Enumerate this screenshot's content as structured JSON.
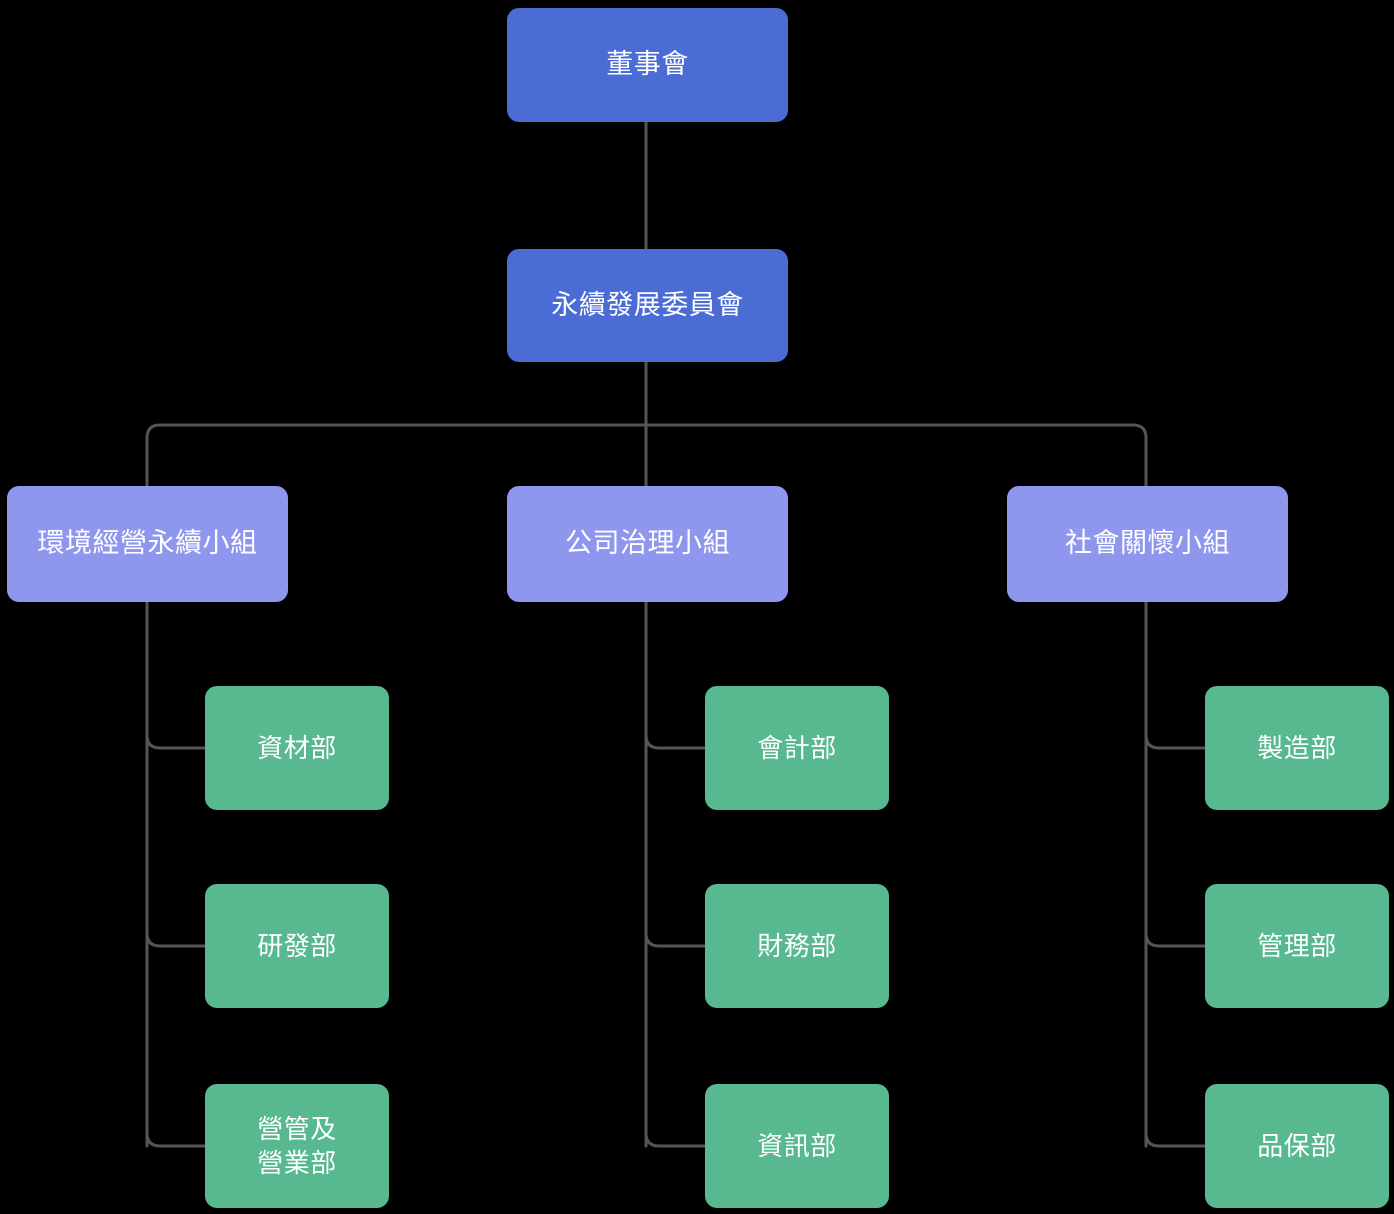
{
  "diagram": {
    "type": "organization-chart",
    "title_visible": false,
    "background_color": "#000000",
    "colors": {
      "board": "#4a6cd4",
      "committee": "#4a6cd4",
      "group": "#8f96ee",
      "department": "#58b890",
      "connector": "#555555",
      "text": "#ffffff"
    }
  },
  "nodes": {
    "board": {
      "label": "董事會",
      "level": 1
    },
    "committee": {
      "label": "永續發展委員會",
      "level": 2
    },
    "groups": [
      {
        "label": "環境經營永續小組",
        "level": 3
      },
      {
        "label": "公司治理小組",
        "level": 3
      },
      {
        "label": "社會關懷小組",
        "level": 3
      }
    ],
    "departments": {
      "environment": [
        {
          "label": "資材部"
        },
        {
          "label": "研發部"
        },
        {
          "label": "營管及\n營業部"
        }
      ],
      "governance": [
        {
          "label": "會計部"
        },
        {
          "label": "財務部"
        },
        {
          "label": "資訊部"
        }
      ],
      "social": [
        {
          "label": "製造部"
        },
        {
          "label": "管理部"
        },
        {
          "label": "品保部"
        }
      ]
    }
  }
}
